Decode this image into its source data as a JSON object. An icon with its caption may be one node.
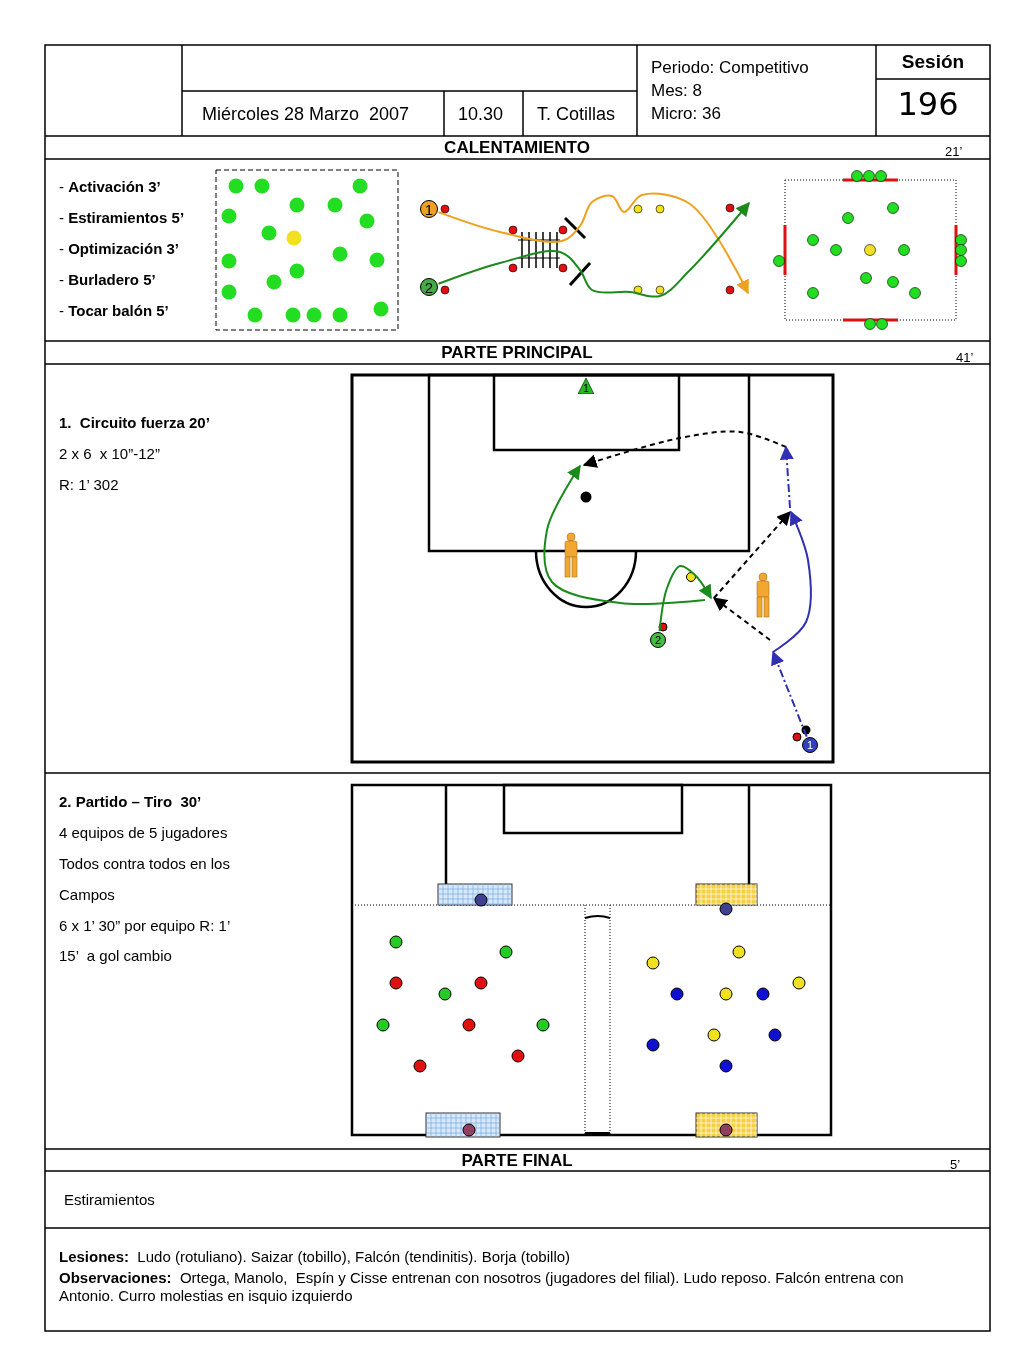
{
  "diagram": {
    "nodes": [
      {
        "text": [
          "1"
        ]
      },
      {
        "text": [
          "2"
        ]
      },
      {
        "text": [
          "1"
        ]
      },
      {
        "text": [
          "2"
        ]
      },
      {
        "text": [
          "1"
        ]
      }
    ],
    "edges": [
      {
        "from": 0,
        "to": null,
        "arrow": "to",
        "color": "#f0a020"
      },
      {
        "from": 1,
        "to": null,
        "arrow": "to",
        "color": "#1a8a1a"
      },
      {
        "from": 3,
        "to": null,
        "arrow": "to",
        "color": "#1a8a1a"
      },
      {
        "from": 4,
        "to": null,
        "arrow": "to",
        "style": "dashed",
        "color": "#3030b0"
      }
    ],
    "labels": [
      "Miércoles 28 Marzo  2007",
      "10.30",
      "T. Cotillas",
      "Periodo: Competitivo",
      "Mes: 8",
      "Micro: 36",
      "Sesión",
      "196",
      "CALENTAMIENTO",
      "21’",
      "- **Activación 3’**",
      "- **Estiramientos 5’**",
      "- **Optimización 3’**",
      "- **Burladero 5’**",
      "- **Tocar balón 5’**",
      "PARTE PRINCIPAL",
      "41’",
      "1.  Circuito fuerza 20’",
      "2 x 6  x 10”-12”",
      "R: 1’ 302",
      "2. Partido – Tiro  30’",
      "4 equipos de 5 jugadores",
      "Todos contra todos en los",
      "Campos",
      "6 x 1’ 30” por equipo R: 1’",
      "15’  a gol cambio",
      "PARTE FINAL",
      "5’",
      "Estiramientos",
      "**Lesiones:**  Ludo (rotuliano). Saizar (tobillo), Falcón (tendinitis). Borja (tobillo)",
      "**Observaciones:**  Ortega, Manolo,  Espín y Cisse entrenan con nosotros (jugadores del filial). Ludo reposo. Falcón entrena con  Antonio. Curro molestias en isquio izquierdo"
    ]
  }
}
